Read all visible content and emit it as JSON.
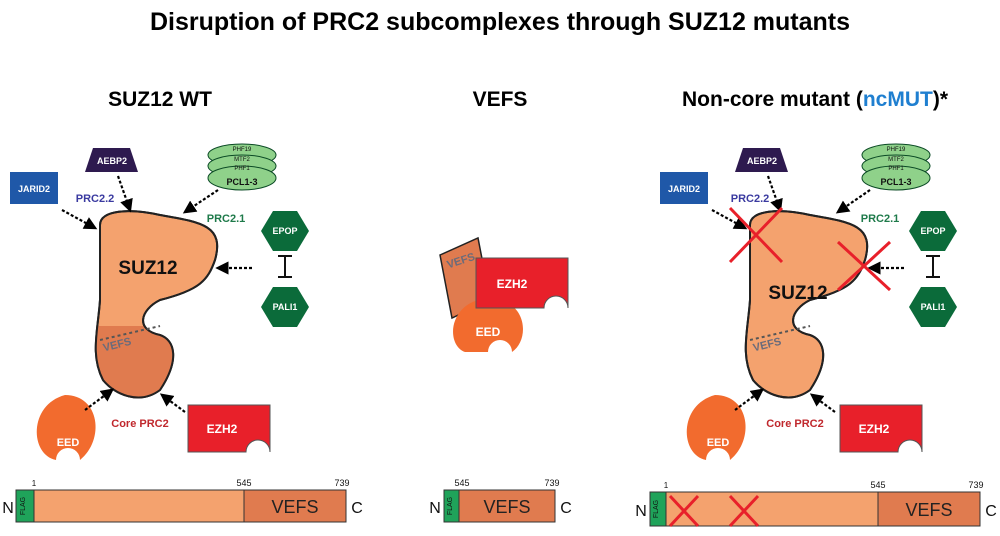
{
  "title": "Disruption of PRC2 subcomplexes through SUZ12 mutants",
  "panels": {
    "wt": {
      "title": "SUZ12 WT",
      "aebp2": "AEBP2",
      "jarid2": "JARID2",
      "pcl_lines": [
        "PHF19",
        "MTF2",
        "PHF1"
      ],
      "pcl": "PCL1-3",
      "prc22": "PRC2.2",
      "prc21": "PRC2.1",
      "epop": "EPOP",
      "pali1": "PALI1",
      "suz12": "SUZ12",
      "vefs": "VEFS",
      "eed": "EED",
      "ezh2": "EZH2",
      "core": "Core PRC2"
    },
    "vefs": {
      "title": "VEFS",
      "vefs": "VEFS",
      "ezh2": "EZH2",
      "eed": "EED"
    },
    "ncmut": {
      "title_pre": "Non-core mutant (",
      "title_highlight": "ncMUT",
      "title_post": ")*",
      "aebp2": "AEBP2",
      "jarid2": "JARID2",
      "pcl_lines": [
        "PHF19",
        "MTF2",
        "PHF1"
      ],
      "pcl": "PCL1-3",
      "prc22": "PRC2.2",
      "prc21": "PRC2.1",
      "epop": "EPOP",
      "pali1": "PALI1",
      "suz12": "SUZ12",
      "vefs": "VEFS",
      "eed": "EED",
      "ezh2": "EZH2",
      "core": "Core PRC2"
    }
  },
  "bars": {
    "wt": {
      "n": "N",
      "c": "C",
      "flag": "FLAG",
      "start": "1",
      "mid": "545",
      "end": "739",
      "domain": "VEFS"
    },
    "vefs": {
      "n": "N",
      "c": "C",
      "flag": "FLAG",
      "start": "545",
      "end": "739",
      "domain": "VEFS"
    },
    "ncmut": {
      "n": "N",
      "c": "C",
      "flag": "FLAG",
      "start": "1",
      "mid": "545",
      "end": "739",
      "domain": "VEFS"
    }
  },
  "colors": {
    "suz12": "#F4A26E",
    "vefs_region": "#E07B4F",
    "eed": "#F26B2E",
    "ezh2": "#E8202A",
    "jarid2": "#1F58A8",
    "aebp2": "#2E1A4F",
    "pcl": "#8FD18A",
    "green_dark": "#0B6B3A",
    "prc22_text": "#3A3AA0",
    "prc21_text": "#1E7A4A",
    "core_text": "#C0282D",
    "cross": "#E8202A",
    "flag": "#1FA35A",
    "highlight": "#1F7FD0"
  }
}
